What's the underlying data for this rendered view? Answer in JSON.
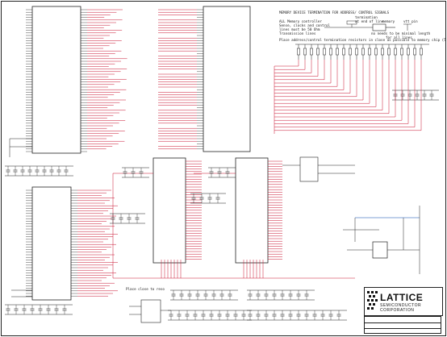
{
  "notes": {
    "line1": "MEMORY DEVICE TERMINATION FOR ADDRESS/ CONTROL SIGNALS",
    "line2": "ALL Memory controller",
    "line3": "Sense, clocks and control",
    "line4": "lines must be 50 Ohm",
    "line5": "Transmission lines",
    "term_label": "termination",
    "term_sub": "at end of line",
    "memory_label": "memory",
    "vtt_label": "vtt pin",
    "mux_note1": "no needs to be minimal length",
    "mux_note2": "for all lines",
    "place_note": "Place address/control termination resistors in close as possible to memory chip (5",
    "place_close_note": "Place close to reso"
  },
  "logo": {
    "name": "LATTICE",
    "subtitle": "SEMICONDUCTOR CORPORATION"
  },
  "colors": {
    "wire": "#1a1a1a",
    "net": "#c8102e",
    "part": "#2a2a2a",
    "accent": "#0044aa"
  }
}
